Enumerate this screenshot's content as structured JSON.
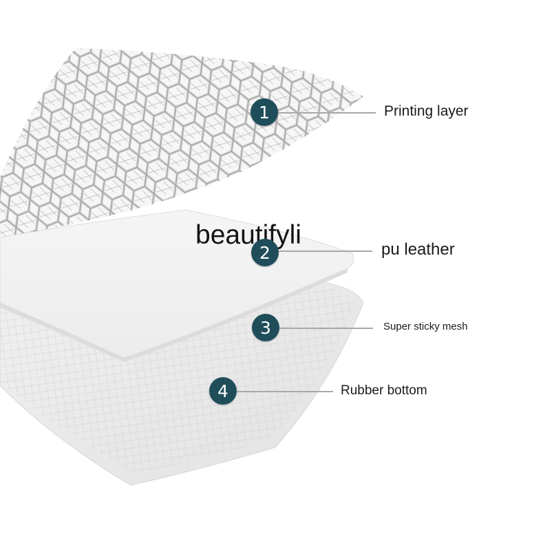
{
  "watermark": "beautifyli",
  "layers": [
    {
      "number": "1",
      "label": "Printing layer"
    },
    {
      "number": "2",
      "label": "pu leather"
    },
    {
      "number": "3",
      "label": "Super sticky mesh"
    },
    {
      "number": "4",
      "label": "Rubber bottom"
    }
  ],
  "colors": {
    "marker": "#1f4e5a",
    "leader": "#a8a8a8"
  }
}
